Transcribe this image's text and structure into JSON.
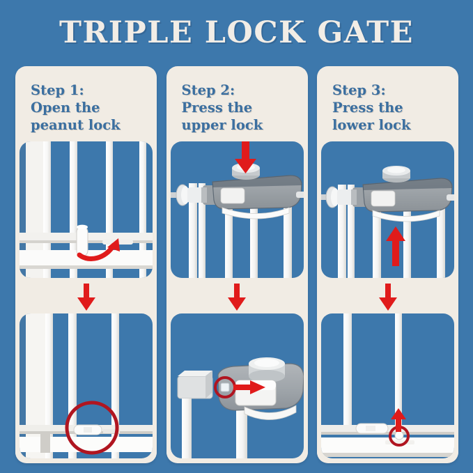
{
  "poster": {
    "title": "TRIPLE LOCK GATE",
    "background_color": "#3d78ac",
    "card_color": "#f1ece4",
    "text_color": "#3b6fa0",
    "title_color": "#f2ede6",
    "accent_red": "#e01b1b"
  },
  "cards": [
    {
      "id": "step-1",
      "line1": "Step 1:",
      "line2": "Open the",
      "line3": "peanut lock",
      "top_photo": {
        "alt": "White safety gate with vertical bars, red curved arrow sweeping up at the peanut lock on the lower rail",
        "annotation": "curved-arrow-up-right"
      },
      "bottom_photo": {
        "alt": "Close-up of the gate lower rail with the peanut lock highlighted by a red circle",
        "annotation": "red-circle-highlight"
      }
    },
    {
      "id": "step-2",
      "line1": "Step 2:",
      "line2": "Press the",
      "line3": "upper lock",
      "top_photo": {
        "alt": "Gate latch housing with threaded wall mount, red arrow pointing down onto the upper push button",
        "annotation": "arrow-down"
      },
      "bottom_photo": {
        "alt": "Macro view of the latch body, red circle around the small upper lock button with a red arrow pointing right",
        "annotation": "red-circle-and-arrow-right"
      }
    },
    {
      "id": "step-3",
      "line1": "Step 3:",
      "line2": "Press the",
      "line3": "lower lock",
      "top_photo": {
        "alt": "Gate latch housing with threaded wall mount, red arrow pointing up at the lower lock lever",
        "annotation": "arrow-up"
      },
      "bottom_photo": {
        "alt": "Lower rail of the gate with a red circle around the lower lock pin and a red arrow pointing up",
        "annotation": "red-circle-and-arrow-up"
      }
    }
  ]
}
